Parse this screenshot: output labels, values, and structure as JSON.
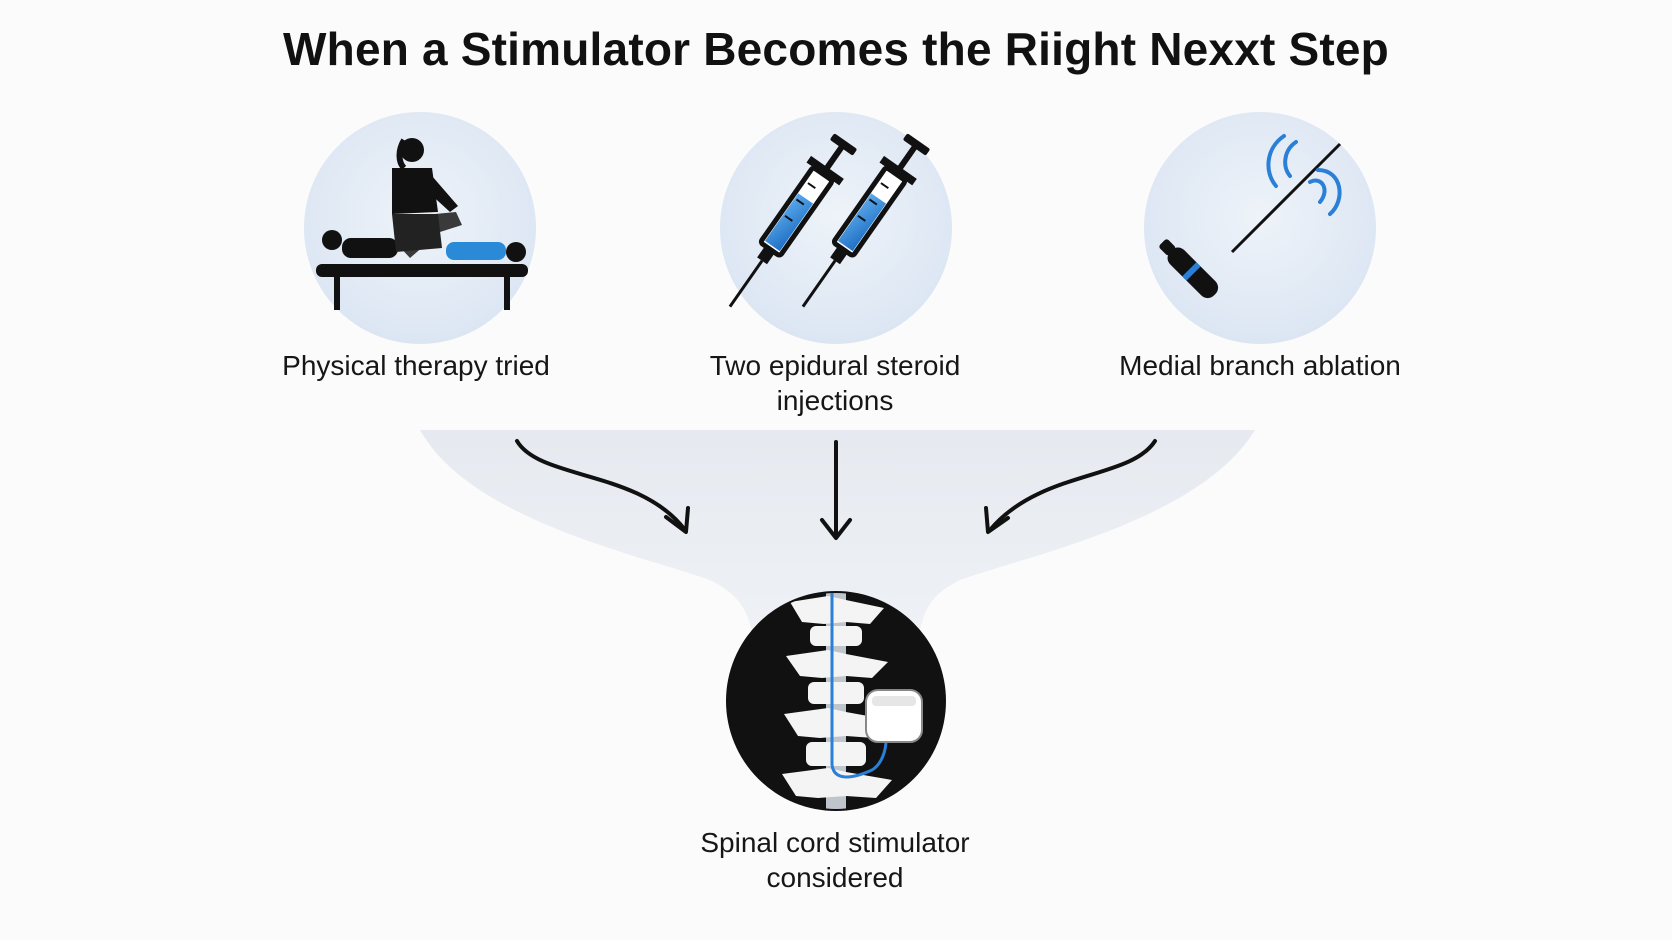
{
  "title": "When a Stimulator Becomes the Riight Nexxt Step",
  "steps": [
    {
      "label": "Physical therapy tried",
      "icon": "physical-therapy-icon"
    },
    {
      "label_lines": [
        "Two epidural steroid",
        "injections"
      ],
      "icon": "syringes-icon"
    },
    {
      "label": "Medial branch ablation",
      "icon": "ablation-probe-icon"
    }
  ],
  "outcome": {
    "label_lines": [
      "Spinal cord stimulator",
      "considered"
    ],
    "icon": "spinal-cord-stimulator-icon"
  },
  "colors": {
    "circle_bg": "#e4ecf6",
    "funnel": "#e8ecf2",
    "accent_blue": "#2a7fd6",
    "ink": "#111111"
  }
}
